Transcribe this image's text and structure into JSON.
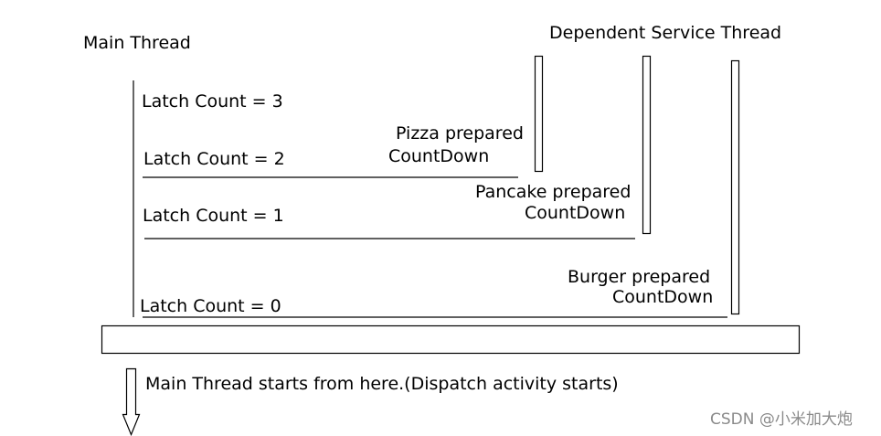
{
  "main_thread": {
    "title": "Main Thread",
    "latch_counts": [
      "Latch Count = 3",
      "Latch Count = 2",
      "Latch Count = 1",
      "Latch Count = 0"
    ],
    "start_note": "Main Thread starts from here.(Dispatch activity starts)"
  },
  "dependent": {
    "title": "Dependent Service Thread",
    "events": [
      {
        "line1": "Pizza prepared",
        "line2": "CountDown"
      },
      {
        "line1": "Pancake prepared",
        "line2": "CountDown"
      },
      {
        "line1": "Burger prepared",
        "line2": "CountDown"
      }
    ]
  },
  "watermark": "CSDN @小米加大炮",
  "colors": {
    "line": "#000000",
    "text": "#000000",
    "watermark": "#8a8a8a"
  }
}
